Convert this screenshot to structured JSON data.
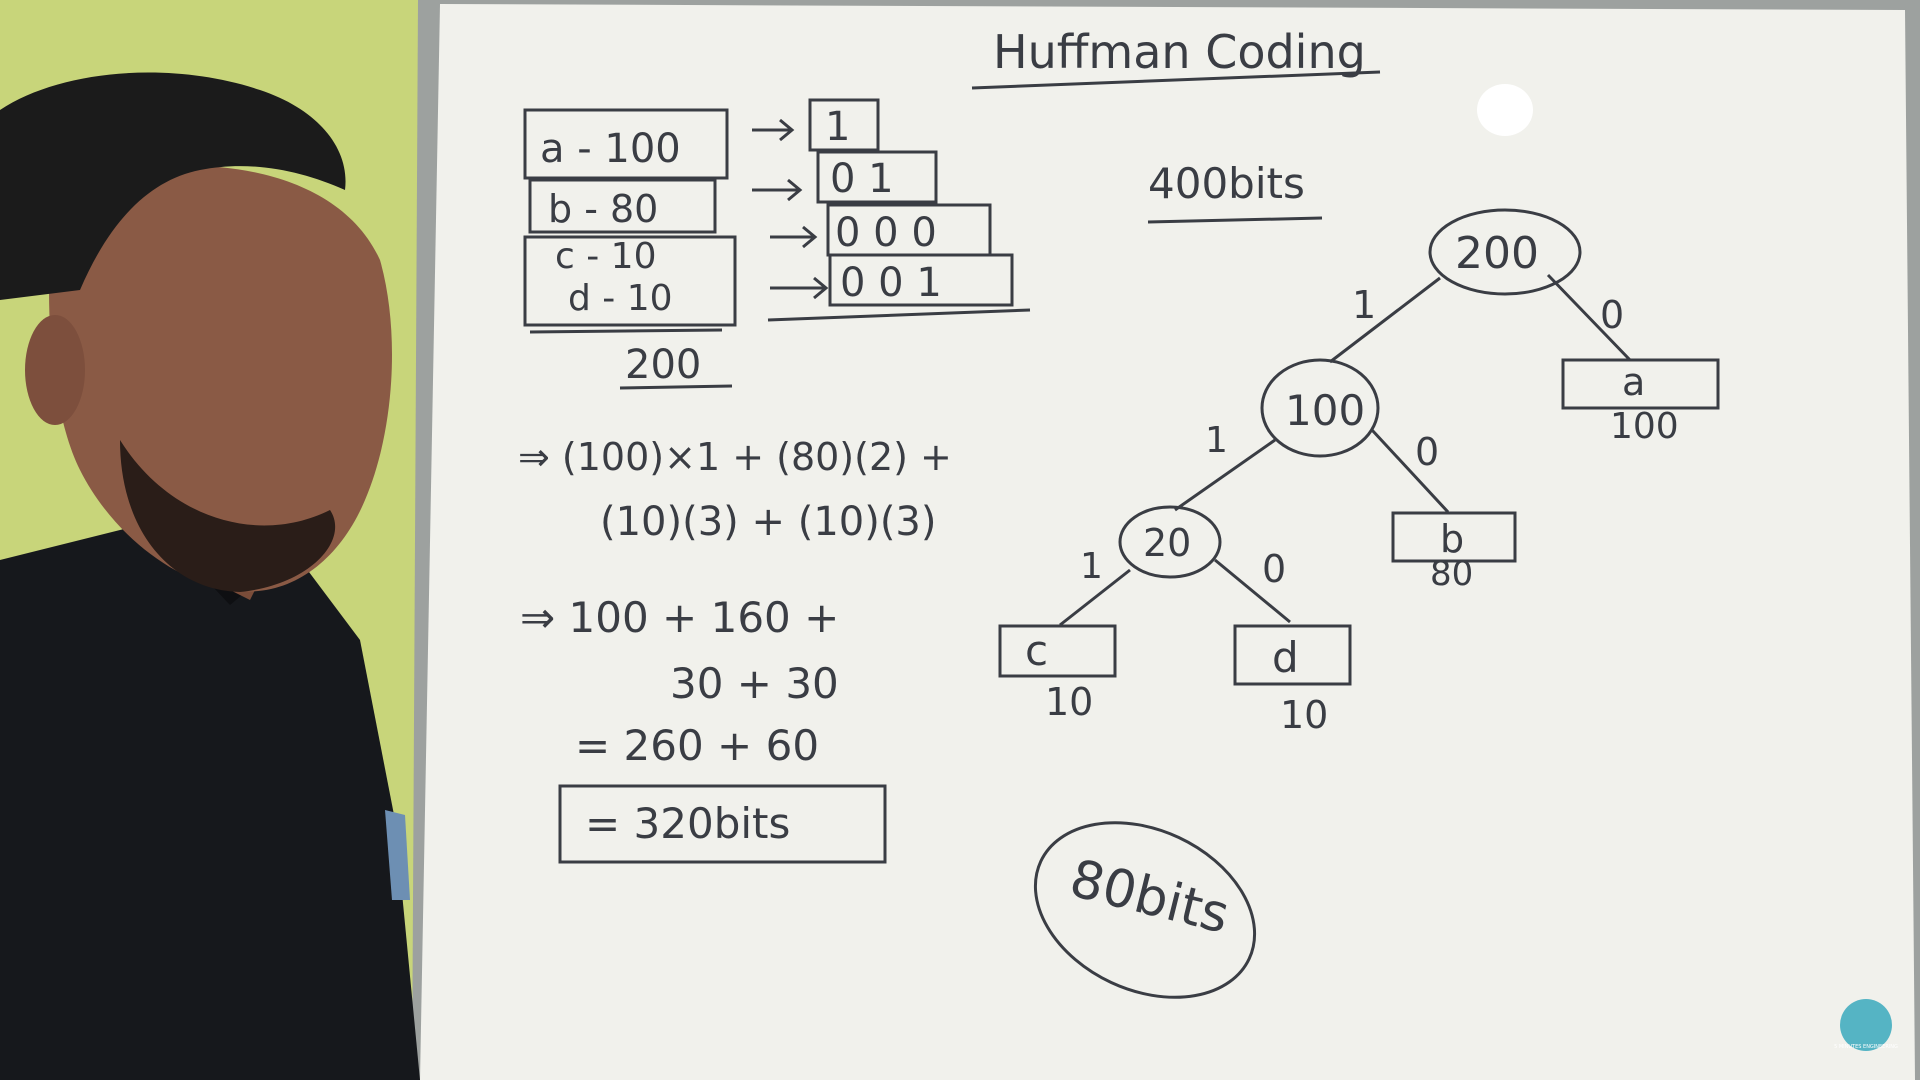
{
  "colors": {
    "wall": "#c8d57a",
    "board": "#f1f1ec",
    "ink": "#3a3d44",
    "shirt": "#16181c",
    "skin": "#8a5a45",
    "hair": "#1b1b1b"
  },
  "board": {
    "title": "Huffman Coding",
    "freq_table": [
      {
        "text": "a - 100",
        "code": "1"
      },
      {
        "text": "b - 80",
        "code": "0 1"
      },
      {
        "text": "c - 10",
        "code": "0 0 0"
      },
      {
        "text": "d - 10",
        "code": "0 0 1"
      }
    ],
    "freq_total": "200",
    "fixed_bits": "400bits",
    "calc": {
      "line1": "⇒  (100)×1 + (80)(2) +",
      "line2": "(10)(3) + (10)(3)",
      "line3": "⇒  100 + 160 +",
      "line4": "30 + 30",
      "line5": "=  260 + 60",
      "result": "=      320bits"
    },
    "tree": {
      "root": "200",
      "n100": "100",
      "n20": "20",
      "leaf_a": "a",
      "leaf_a_freq": "100",
      "leaf_b": "b",
      "leaf_b_freq": "80",
      "leaf_c": "c",
      "leaf_c_freq": "10",
      "leaf_d": "d",
      "leaf_d_freq": "10",
      "e_root_left": "1",
      "e_root_right": "0",
      "e_100_left": "1",
      "e_100_right": "0",
      "e_20_left": "1",
      "e_20_right": "0"
    },
    "saved_bits": "80bits"
  },
  "logo": {
    "text": "5 MINUTES ENGINEERING"
  }
}
